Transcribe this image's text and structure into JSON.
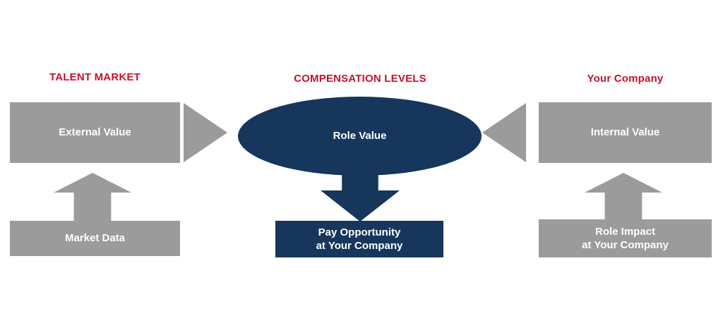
{
  "colors": {
    "red": "#C8102E",
    "gray": "#9B9B9B",
    "navy": "#16365C",
    "text_on_fill": "#FFFFFF",
    "background": "#FFFFFF"
  },
  "headers": {
    "talent_market": "TALENT MARKET",
    "compensation_levels": "COMPENSATION LEVELS",
    "your_company": "Your Company"
  },
  "talent_market": {
    "value_box": "External Value",
    "source_box": "Market Data"
  },
  "compensation": {
    "ellipse_label": "Role Value",
    "result_line1": "Pay Opportunity",
    "result_line2": "at Your Company"
  },
  "your_company": {
    "value_box": "Internal Value",
    "source_line1": "Role Impact",
    "source_line2": "at Your Company"
  },
  "icons": {
    "right_arrowhead": "right-arrowhead-icon",
    "left_arrowhead": "left-arrowhead-icon",
    "up_block_arrow_left": "up-block-arrow-icon",
    "down_block_arrow": "down-block-arrow-icon",
    "up_block_arrow_right": "up-block-arrow-icon"
  }
}
